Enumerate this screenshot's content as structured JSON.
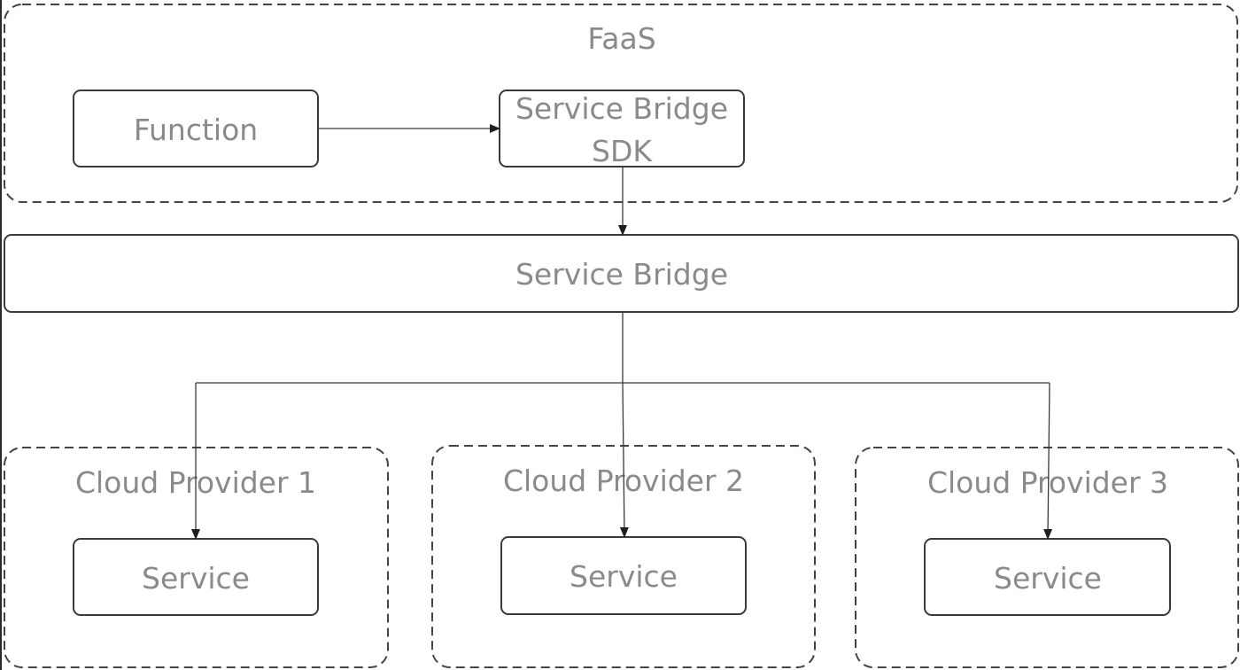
{
  "diagram": {
    "faas_group": {
      "title": "FaaS"
    },
    "function_box": {
      "label": "Function"
    },
    "sdk_box": {
      "line1": "Service Bridge",
      "line2": "SDK"
    },
    "bridge_bar": {
      "label": "Service Bridge"
    },
    "providers": [
      {
        "title": "Cloud Provider 1",
        "service_label": "Service"
      },
      {
        "title": "Cloud Provider 2",
        "service_label": "Service"
      },
      {
        "title": "Cloud Provider 3",
        "service_label": "Service"
      }
    ],
    "edges": [
      {
        "from": "Function",
        "to": "Service Bridge SDK"
      },
      {
        "from": "Service Bridge SDK",
        "to": "Service Bridge"
      },
      {
        "from": "Service Bridge",
        "to": "Cloud Provider 1 Service"
      },
      {
        "from": "Service Bridge",
        "to": "Cloud Provider 2 Service"
      },
      {
        "from": "Service Bridge",
        "to": "Cloud Provider 3 Service"
      }
    ]
  }
}
